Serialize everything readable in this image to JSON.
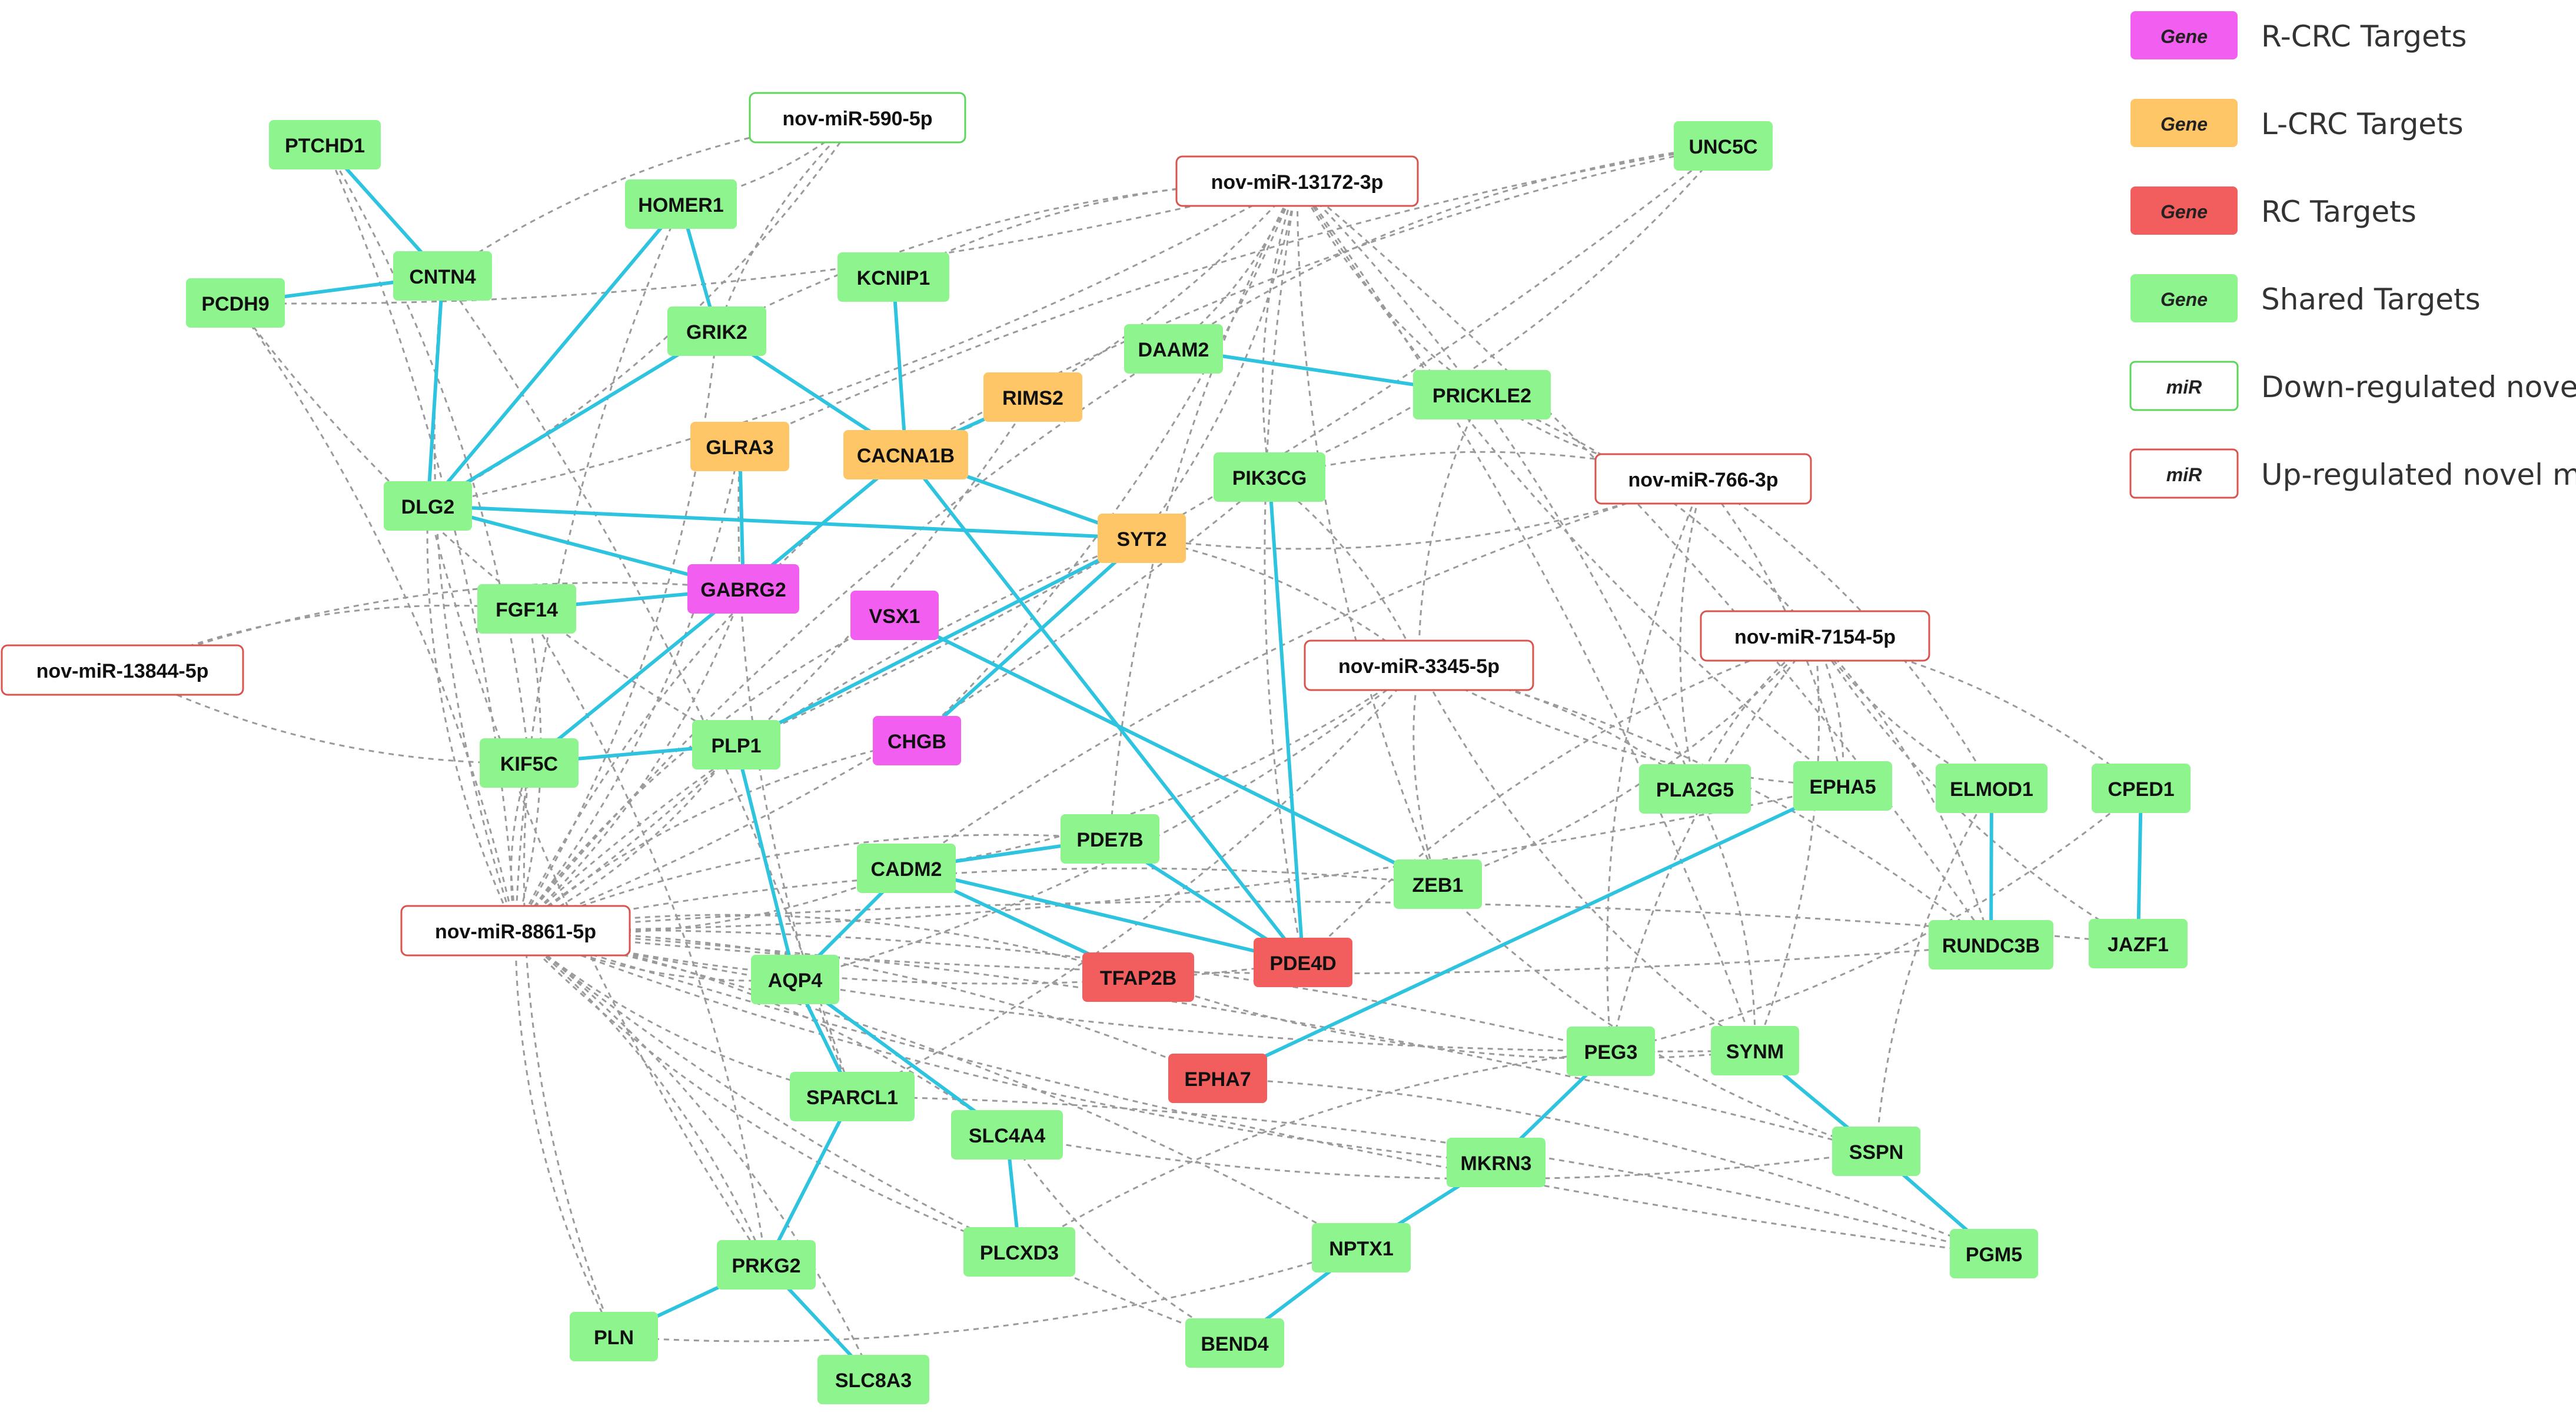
{
  "colors": {
    "R-CRC": "#f25ff0",
    "L-CRC": "#ffc667",
    "RC": "#f25e5e",
    "Shared": "#8ef58e",
    "Down": "#ffffff",
    "Up": "#ffffff",
    "Down_border": "#5cd65c",
    "Up_border": "#d9534f",
    "solid_edge": "#2ec4e0",
    "dashed_edge": "#9a9a9a"
  },
  "legend": [
    {
      "sample": "Gene",
      "label": "R-CRC Targets",
      "type": "R-CRC"
    },
    {
      "sample": "Gene",
      "label": "L-CRC Targets",
      "type": "L-CRC"
    },
    {
      "sample": "Gene",
      "label": "RC Targets",
      "type": "RC"
    },
    {
      "sample": "Gene",
      "label": "Shared Targets",
      "type": "Shared"
    },
    {
      "sample": "miR",
      "label": "Down-regulated novel miRs",
      "type": "Down"
    },
    {
      "sample": "miR",
      "label": "Up-regulated novel miRs",
      "type": "Up"
    }
  ],
  "nodes": [
    {
      "id": "PTCHD1",
      "type": "Shared"
    },
    {
      "id": "CNTN4",
      "type": "Shared"
    },
    {
      "id": "PCDH9",
      "type": "Shared"
    },
    {
      "id": "HOMER1",
      "type": "Shared"
    },
    {
      "id": "GRIK2",
      "type": "Shared"
    },
    {
      "id": "KCNIP1",
      "type": "Shared"
    },
    {
      "id": "DLG2",
      "type": "Shared"
    },
    {
      "id": "UNC5C",
      "type": "Shared"
    },
    {
      "id": "DAAM2",
      "type": "Shared"
    },
    {
      "id": "PRICKLE2",
      "type": "Shared"
    },
    {
      "id": "PIK3CG",
      "type": "Shared"
    },
    {
      "id": "FGF14",
      "type": "Shared"
    },
    {
      "id": "KIF5C",
      "type": "Shared"
    },
    {
      "id": "PLP1",
      "type": "Shared"
    },
    {
      "id": "PLA2G5",
      "type": "Shared"
    },
    {
      "id": "EPHA5",
      "type": "Shared"
    },
    {
      "id": "ELMOD1",
      "type": "Shared"
    },
    {
      "id": "CPED1",
      "type": "Shared"
    },
    {
      "id": "PDE7B",
      "type": "Shared"
    },
    {
      "id": "CADM2",
      "type": "Shared"
    },
    {
      "id": "ZEB1",
      "type": "Shared"
    },
    {
      "id": "RUNDC3B",
      "type": "Shared"
    },
    {
      "id": "JAZF1",
      "type": "Shared"
    },
    {
      "id": "AQP4",
      "type": "Shared"
    },
    {
      "id": "PEG3",
      "type": "Shared"
    },
    {
      "id": "SYNM",
      "type": "Shared"
    },
    {
      "id": "SPARCL1",
      "type": "Shared"
    },
    {
      "id": "SLC4A4",
      "type": "Shared"
    },
    {
      "id": "SSPN",
      "type": "Shared"
    },
    {
      "id": "MKRN3",
      "type": "Shared"
    },
    {
      "id": "NPTX1",
      "type": "Shared"
    },
    {
      "id": "PLCXD3",
      "type": "Shared"
    },
    {
      "id": "PGM5",
      "type": "Shared"
    },
    {
      "id": "PRKG2",
      "type": "Shared"
    },
    {
      "id": "PLN",
      "type": "Shared"
    },
    {
      "id": "BEND4",
      "type": "Shared"
    },
    {
      "id": "SLC8A3",
      "type": "Shared"
    },
    {
      "id": "RIMS2",
      "type": "L-CRC"
    },
    {
      "id": "GLRA3",
      "type": "L-CRC"
    },
    {
      "id": "CACNA1B",
      "type": "L-CRC"
    },
    {
      "id": "SYT2",
      "type": "L-CRC"
    },
    {
      "id": "GABRG2",
      "type": "R-CRC"
    },
    {
      "id": "VSX1",
      "type": "R-CRC"
    },
    {
      "id": "CHGB",
      "type": "R-CRC"
    },
    {
      "id": "PDE4D",
      "type": "RC"
    },
    {
      "id": "TFAP2B",
      "type": "RC"
    },
    {
      "id": "EPHA7",
      "type": "RC"
    },
    {
      "id": "nov-miR-590-5p",
      "type": "Down"
    },
    {
      "id": "nov-miR-13172-3p",
      "type": "Up"
    },
    {
      "id": "nov-miR-766-3p",
      "type": "Up"
    },
    {
      "id": "nov-miR-3345-5p",
      "type": "Up"
    },
    {
      "id": "nov-miR-7154-5p",
      "type": "Up"
    },
    {
      "id": "nov-miR-13844-5p",
      "type": "Up"
    },
    {
      "id": "nov-miR-8861-5p",
      "type": "Up"
    }
  ],
  "ppi_edges": [
    [
      "PTCHD1",
      "CNTN4"
    ],
    [
      "CNTN4",
      "PCDH9"
    ],
    [
      "CNTN4",
      "DLG2"
    ],
    [
      "HOMER1",
      "GRIK2"
    ],
    [
      "HOMER1",
      "DLG2"
    ],
    [
      "GRIK2",
      "DLG2"
    ],
    [
      "GRIK2",
      "CACNA1B"
    ],
    [
      "KCNIP1",
      "CACNA1B"
    ],
    [
      "CACNA1B",
      "RIMS2"
    ],
    [
      "CACNA1B",
      "SYT2"
    ],
    [
      "CACNA1B",
      "GABRG2"
    ],
    [
      "CACNA1B",
      "PDE4D"
    ],
    [
      "DLG2",
      "SYT2"
    ],
    [
      "DLG2",
      "GABRG2"
    ],
    [
      "GLRA3",
      "GABRG2"
    ],
    [
      "FGF14",
      "GABRG2"
    ],
    [
      "GABRG2",
      "KIF5C"
    ],
    [
      "KIF5C",
      "PLP1"
    ],
    [
      "PLP1",
      "SYT2"
    ],
    [
      "SYT2",
      "CHGB"
    ],
    [
      "VSX1",
      "ZEB1"
    ],
    [
      "PLP1",
      "AQP4"
    ],
    [
      "DAAM2",
      "PRICKLE2"
    ],
    [
      "PIK3CG",
      "PDE4D"
    ],
    [
      "CADM2",
      "PDE7B"
    ],
    [
      "PDE7B",
      "PDE4D"
    ],
    [
      "CADM2",
      "PDE4D"
    ],
    [
      "CADM2",
      "TFAP2B"
    ],
    [
      "CADM2",
      "AQP4"
    ],
    [
      "AQP4",
      "SPARCL1"
    ],
    [
      "AQP4",
      "SLC4A4"
    ],
    [
      "SLC4A4",
      "PLCXD3"
    ],
    [
      "SPARCL1",
      "PRKG2"
    ],
    [
      "PRKG2",
      "PLN"
    ],
    [
      "PRKG2",
      "SLC8A3"
    ],
    [
      "EPHA5",
      "EPHA7"
    ],
    [
      "ELMOD1",
      "RUNDC3B"
    ],
    [
      "CPED1",
      "JAZF1"
    ],
    [
      "PEG3",
      "MKRN3"
    ],
    [
      "MKRN3",
      "NPTX1"
    ],
    [
      "NPTX1",
      "BEND4"
    ],
    [
      "SYNM",
      "SSPN"
    ],
    [
      "SSPN",
      "PGM5"
    ]
  ],
  "mir_edges": [
    [
      "nov-miR-590-5p",
      "HOMER1"
    ],
    [
      "nov-miR-590-5p",
      "GRIK2"
    ],
    [
      "nov-miR-590-5p",
      "DLG2"
    ],
    [
      "nov-miR-590-5p",
      "CNTN4"
    ],
    [
      "nov-miR-13172-3p",
      "PCDH9"
    ],
    [
      "nov-miR-13172-3p",
      "GRIK2"
    ],
    [
      "nov-miR-13172-3p",
      "DAAM2"
    ],
    [
      "nov-miR-13172-3p",
      "PRICKLE2"
    ],
    [
      "nov-miR-13172-3p",
      "CACNA1B"
    ],
    [
      "nov-miR-13172-3p",
      "PIK3CG"
    ],
    [
      "nov-miR-13172-3p",
      "SYT2"
    ],
    [
      "nov-miR-13172-3p",
      "ZEB1"
    ],
    [
      "nov-miR-13172-3p",
      "PLA2G5"
    ],
    [
      "nov-miR-13172-3p",
      "EPHA5"
    ],
    [
      "nov-miR-13172-3p",
      "RUNDC3B"
    ],
    [
      "nov-miR-13172-3p",
      "PDE4D"
    ],
    [
      "nov-miR-13172-3p",
      "SYNM"
    ],
    [
      "nov-miR-13172-3p",
      "PDE7B"
    ],
    [
      "nov-miR-13172-3p",
      "DLG2"
    ],
    [
      "nov-miR-13172-3p",
      "KCNIP1"
    ],
    [
      "nov-miR-13172-3p",
      "CHGB"
    ],
    [
      "UNC5C",
      "DAAM2"
    ],
    [
      "UNC5C",
      "PIK3CG"
    ],
    [
      "UNC5C",
      "CACNA1B"
    ],
    [
      "UNC5C",
      "PLP1"
    ],
    [
      "UNC5C",
      "GLRA3"
    ],
    [
      "nov-miR-766-3p",
      "PRICKLE2"
    ],
    [
      "nov-miR-766-3p",
      "PIK3CG"
    ],
    [
      "nov-miR-766-3p",
      "SYT2"
    ],
    [
      "nov-miR-766-3p",
      "PLA2G5"
    ],
    [
      "nov-miR-766-3p",
      "EPHA5"
    ],
    [
      "nov-miR-766-3p",
      "CADM2"
    ],
    [
      "nov-miR-766-3p",
      "ELMOD1"
    ],
    [
      "nov-miR-766-3p",
      "PEG3"
    ],
    [
      "nov-miR-3345-5p",
      "PRICKLE2"
    ],
    [
      "nov-miR-3345-5p",
      "SYT2"
    ],
    [
      "nov-miR-3345-5p",
      "CADM2"
    ],
    [
      "nov-miR-3345-5p",
      "ZEB1"
    ],
    [
      "nov-miR-3345-5p",
      "PLA2G5"
    ],
    [
      "nov-miR-3345-5p",
      "EPHA5"
    ],
    [
      "nov-miR-3345-5p",
      "RUNDC3B"
    ],
    [
      "nov-miR-3345-5p",
      "PIK3CG"
    ],
    [
      "nov-miR-3345-5p",
      "AQP4"
    ],
    [
      "nov-miR-3345-5p",
      "SYNM"
    ],
    [
      "nov-miR-3345-5p",
      "SPARCL1"
    ],
    [
      "nov-miR-7154-5p",
      "PRICKLE2"
    ],
    [
      "nov-miR-7154-5p",
      "EPHA5"
    ],
    [
      "nov-miR-7154-5p",
      "ELMOD1"
    ],
    [
      "nov-miR-7154-5p",
      "CPED1"
    ],
    [
      "nov-miR-7154-5p",
      "PLA2G5"
    ],
    [
      "nov-miR-7154-5p",
      "RUNDC3B"
    ],
    [
      "nov-miR-7154-5p",
      "JAZF1"
    ],
    [
      "nov-miR-7154-5p",
      "SYNM"
    ],
    [
      "nov-miR-7154-5p",
      "PEG3"
    ],
    [
      "nov-miR-7154-5p",
      "ZEB1"
    ],
    [
      "nov-miR-7154-5p",
      "PDE4D"
    ],
    [
      "nov-miR-13844-5p",
      "FGF14"
    ],
    [
      "nov-miR-13844-5p",
      "KIF5C"
    ],
    [
      "nov-miR-13844-5p",
      "GABRG2"
    ],
    [
      "nov-miR-8861-5p",
      "PTCHD1"
    ],
    [
      "nov-miR-8861-5p",
      "CNTN4"
    ],
    [
      "nov-miR-8861-5p",
      "PCDH9"
    ],
    [
      "nov-miR-8861-5p",
      "HOMER1"
    ],
    [
      "nov-miR-8861-5p",
      "GRIK2"
    ],
    [
      "nov-miR-8861-5p",
      "DLG2"
    ],
    [
      "nov-miR-8861-5p",
      "GLRA3"
    ],
    [
      "nov-miR-8861-5p",
      "CACNA1B"
    ],
    [
      "nov-miR-8861-5p",
      "RIMS2"
    ],
    [
      "nov-miR-8861-5p",
      "SYT2"
    ],
    [
      "nov-miR-8861-5p",
      "GABRG2"
    ],
    [
      "nov-miR-8861-5p",
      "VSX1"
    ],
    [
      "nov-miR-8861-5p",
      "FGF14"
    ],
    [
      "nov-miR-8861-5p",
      "KIF5C"
    ],
    [
      "nov-miR-8861-5p",
      "PLP1"
    ],
    [
      "nov-miR-8861-5p",
      "CHGB"
    ],
    [
      "nov-miR-8861-5p",
      "CADM2"
    ],
    [
      "nov-miR-8861-5p",
      "PDE7B"
    ],
    [
      "nov-miR-8861-5p",
      "AQP4"
    ],
    [
      "nov-miR-8861-5p",
      "TFAP2B"
    ],
    [
      "nov-miR-8861-5p",
      "PDE4D"
    ],
    [
      "nov-miR-8861-5p",
      "EPHA7"
    ],
    [
      "nov-miR-8861-5p",
      "SPARCL1"
    ],
    [
      "nov-miR-8861-5p",
      "SLC4A4"
    ],
    [
      "nov-miR-8861-5p",
      "PLCXD3"
    ],
    [
      "nov-miR-8861-5p",
      "PRKG2"
    ],
    [
      "nov-miR-8861-5p",
      "PLN"
    ],
    [
      "nov-miR-8861-5p",
      "SLC8A3"
    ],
    [
      "nov-miR-8861-5p",
      "BEND4"
    ],
    [
      "nov-miR-8861-5p",
      "NPTX1"
    ],
    [
      "nov-miR-8861-5p",
      "MKRN3"
    ],
    [
      "nov-miR-8861-5p",
      "PEG3"
    ],
    [
      "nov-miR-8861-5p",
      "SYNM"
    ],
    [
      "nov-miR-8861-5p",
      "SSPN"
    ],
    [
      "nov-miR-8861-5p",
      "PGM5"
    ],
    [
      "nov-miR-8861-5p",
      "ZEB1"
    ],
    [
      "nov-miR-8861-5p",
      "RUNDC3B"
    ],
    [
      "nov-miR-8861-5p",
      "JAZF1"
    ],
    [
      "nov-miR-8861-5p",
      "EPHA5"
    ],
    [
      "nov-miR-8861-5p",
      "DAAM2"
    ],
    [
      "nov-miR-8861-5p",
      "PIK3CG"
    ],
    [
      "PTCHD1",
      "KIF5C"
    ],
    [
      "PCDH9",
      "PLP1"
    ],
    [
      "CNTN4",
      "SPARCL1"
    ],
    [
      "DLG2",
      "PRKG2"
    ],
    [
      "SPARCL1",
      "PGM5"
    ],
    [
      "SLC4A4",
      "SSPN"
    ],
    [
      "PLCXD3",
      "PEG3"
    ],
    [
      "TFAP2B",
      "SYNM"
    ],
    [
      "EPHA7",
      "PGM5"
    ],
    [
      "ZEB1",
      "SSPN"
    ],
    [
      "PLA2G5",
      "SYNM"
    ],
    [
      "ELMOD1",
      "SSPN"
    ],
    [
      "CPED1",
      "PEG3"
    ],
    [
      "PLN",
      "NPTX1"
    ],
    [
      "BEND4",
      "SLC4A4"
    ],
    [
      "KIF5C",
      "PLN"
    ],
    [
      "FGF14",
      "PRKG2"
    ],
    [
      "GLRA3",
      "SPARCL1"
    ]
  ]
}
